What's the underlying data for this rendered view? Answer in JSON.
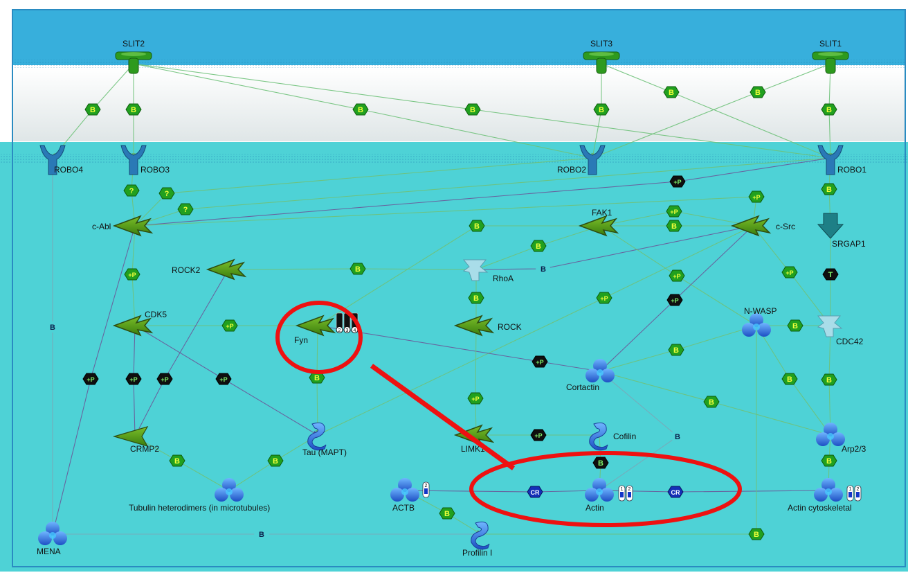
{
  "diagram": {
    "nodes": [
      {
        "id": "slit2",
        "label": "SLIT2",
        "shape": "ligand"
      },
      {
        "id": "slit3",
        "label": "SLIT3",
        "shape": "ligand"
      },
      {
        "id": "slit1",
        "label": "SLIT1",
        "shape": "ligand"
      },
      {
        "id": "robo4",
        "label": "ROBO4",
        "shape": "receptor"
      },
      {
        "id": "robo3",
        "label": "ROBO3",
        "shape": "receptor"
      },
      {
        "id": "robo2",
        "label": "ROBO2",
        "shape": "receptor"
      },
      {
        "id": "robo1",
        "label": "ROBO1",
        "shape": "receptor"
      },
      {
        "id": "cabl",
        "label": "c-Abl",
        "shape": "kinase"
      },
      {
        "id": "fak1",
        "label": "FAK1",
        "shape": "kinase"
      },
      {
        "id": "csrc",
        "label": "c-Src",
        "shape": "kinase"
      },
      {
        "id": "srgap1",
        "label": "SRGAP1",
        "shape": "arrow-protein"
      },
      {
        "id": "rock2",
        "label": "ROCK2",
        "shape": "kinase"
      },
      {
        "id": "rhoa",
        "label": "RhoA",
        "shape": "gtpase"
      },
      {
        "id": "cdk5",
        "label": "CDK5",
        "shape": "kinase"
      },
      {
        "id": "fyn",
        "label": "Fyn",
        "shape": "kinase"
      },
      {
        "id": "rock",
        "label": "ROCK",
        "shape": "kinase"
      },
      {
        "id": "nwasp",
        "label": "N-WASP",
        "shape": "complex"
      },
      {
        "id": "cdc42",
        "label": "CDC42",
        "shape": "gtpase"
      },
      {
        "id": "cortactin",
        "label": "Cortactin",
        "shape": "complex"
      },
      {
        "id": "crmp2",
        "label": "CRMP2",
        "shape": "wedge"
      },
      {
        "id": "tau",
        "label": "Tau (MAPT)",
        "shape": "generic"
      },
      {
        "id": "limk1",
        "label": "LIMK1",
        "shape": "kinase"
      },
      {
        "id": "cofilin",
        "label": "Cofilin",
        "shape": "generic"
      },
      {
        "id": "arp23",
        "label": "Arp2/3",
        "shape": "complex"
      },
      {
        "id": "tubulin",
        "label": "Tubulin heterodimers (in microtubules)",
        "shape": "complex"
      },
      {
        "id": "actb",
        "label": "ACTB",
        "shape": "complex"
      },
      {
        "id": "actin",
        "label": "Actin",
        "shape": "complex"
      },
      {
        "id": "actincyto",
        "label": "Actin cytoskeletal",
        "shape": "complex"
      },
      {
        "id": "mena",
        "label": "MENA",
        "shape": "complex"
      },
      {
        "id": "profilin",
        "label": "Profilin I",
        "shape": "generic"
      }
    ],
    "edges": [
      {
        "from": "slit2",
        "to": "robo4",
        "label": "B"
      },
      {
        "from": "slit2",
        "to": "robo3",
        "label": "B"
      },
      {
        "from": "slit2",
        "to": "robo2",
        "label": "B"
      },
      {
        "from": "slit2",
        "to": "robo1",
        "label": "B"
      },
      {
        "from": "slit3",
        "to": "robo2",
        "label": "B"
      },
      {
        "from": "slit3",
        "to": "robo1",
        "label": "B"
      },
      {
        "from": "slit1",
        "to": "robo2",
        "label": "B"
      },
      {
        "from": "slit1",
        "to": "robo1",
        "label": "B"
      },
      {
        "from": "robo3",
        "to": "cabl",
        "label": "?"
      },
      {
        "from": "robo2",
        "to": "cabl",
        "label": "?"
      },
      {
        "from": "robo1",
        "to": "cabl",
        "label": "?"
      },
      {
        "from": "cabl",
        "to": "robo1",
        "label": "+P"
      },
      {
        "from": "robo1",
        "to": "srgap1",
        "label": "B"
      },
      {
        "from": "csrc",
        "to": "cabl",
        "label": "+P"
      },
      {
        "from": "fak1",
        "to": "csrc",
        "label": "+P"
      },
      {
        "from": "csrc",
        "to": "fak1",
        "label": "B"
      },
      {
        "from": "fyn",
        "to": "fak1",
        "label": "B"
      },
      {
        "from": "rhoa",
        "to": "fak1",
        "label": "B"
      },
      {
        "from": "csrc",
        "to": "rhoa",
        "label": "B"
      },
      {
        "from": "rhoa",
        "to": "rock2",
        "label": "B"
      },
      {
        "from": "rhoa",
        "to": "rock",
        "label": "B"
      },
      {
        "from": "srgap1",
        "to": "cdc42",
        "label": "T"
      },
      {
        "from": "csrc",
        "to": "cdc42",
        "label": "+P"
      },
      {
        "from": "fak1",
        "to": "nwasp",
        "label": "+P"
      },
      {
        "from": "csrc",
        "to": "cortactin",
        "label": "+P"
      },
      {
        "from": "csrc",
        "to": "tau",
        "label": "+P"
      },
      {
        "from": "cdc42",
        "to": "nwasp",
        "label": "B"
      },
      {
        "from": "cdc42",
        "to": "arp23",
        "label": "B"
      },
      {
        "from": "nwasp",
        "to": "arp23",
        "label": "B"
      },
      {
        "from": "cortactin",
        "to": "nwasp",
        "label": "B"
      },
      {
        "from": "cortactin",
        "to": "arp23",
        "label": "B"
      },
      {
        "from": "cortactin",
        "to": "actin",
        "label": "B"
      },
      {
        "from": "cabl",
        "to": "cdk5",
        "label": "+P"
      },
      {
        "from": "fyn",
        "to": "cdk5",
        "label": "+P"
      },
      {
        "from": "fyn",
        "to": "cortactin",
        "label": "+P"
      },
      {
        "from": "fyn",
        "to": "tau",
        "label": "B"
      },
      {
        "from": "cabl",
        "to": "mena",
        "label": "+P"
      },
      {
        "from": "cdk5",
        "to": "crmp2",
        "label": "+P"
      },
      {
        "from": "rock2",
        "to": "crmp2",
        "label": "+P"
      },
      {
        "from": "cdk5",
        "to": "tau",
        "label": "+P"
      },
      {
        "from": "robo4",
        "to": "mena",
        "label": "B"
      },
      {
        "from": "rock",
        "to": "limk1",
        "label": "+P"
      },
      {
        "from": "limk1",
        "to": "cofilin",
        "label": "+P"
      },
      {
        "from": "cofilin",
        "to": "actin",
        "label": "B"
      },
      {
        "from": "crmp2",
        "to": "tubulin",
        "label": "B"
      },
      {
        "from": "tau",
        "to": "tubulin",
        "label": "B"
      },
      {
        "from": "arp23",
        "to": "actincyto",
        "label": "B"
      },
      {
        "from": "actb",
        "to": "actin",
        "label": "CR"
      },
      {
        "from": "actin",
        "to": "actincyto",
        "label": "CR"
      },
      {
        "from": "actb",
        "to": "profilin",
        "label": "B"
      },
      {
        "from": "mena",
        "to": "profilin",
        "label": "B"
      },
      {
        "from": "profilin",
        "to": "nwasp",
        "label": "B"
      }
    ],
    "unlinked_badges": [
      "B"
    ],
    "site_markers": {
      "fyn": [
        "2",
        "3",
        "4"
      ],
      "actb": [
        "2"
      ],
      "actin": [
        "1",
        "2"
      ],
      "actincyto": [
        "1",
        "2"
      ]
    },
    "colors": {
      "extracellular": "#3ab1dc",
      "membrane": "#eef3f3",
      "cytoplasm": "#4fd3d6",
      "edge_green": "#6fc27a",
      "edge_purple": "#6a5a9a",
      "badge_green": "#22a020",
      "badge_black": "#111111",
      "badge_blue": "#1228a8",
      "highlight_red": "#ee1111"
    }
  }
}
